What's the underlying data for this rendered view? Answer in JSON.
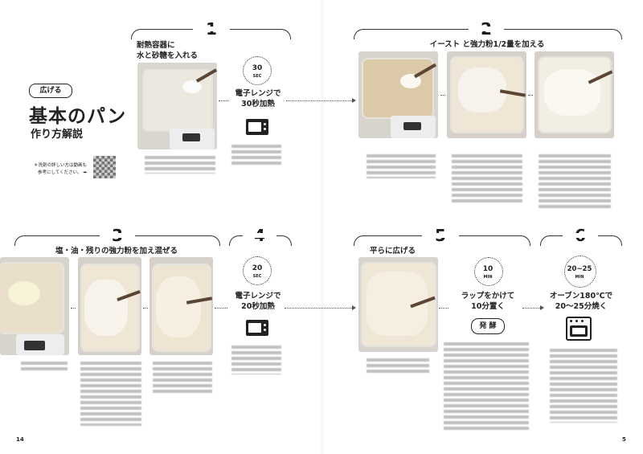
{
  "title": {
    "badge": "広げる",
    "main": "基本のパン",
    "sub": "作り方解説",
    "note_line1": "＊洗剤の詳しい方は動画も",
    "note_line2": "参考にしてください。"
  },
  "steps": {
    "s1": {
      "num": "1",
      "caption": "耐熱容器に\n水と砂糖を入れる",
      "timer_value": "30",
      "timer_unit": "SEC",
      "instruction": "電子レンジで\n30秒加熱"
    },
    "s2": {
      "num": "2",
      "caption": "イースト と強力粉1/2量を加える"
    },
    "s3": {
      "num": "3",
      "caption": "塩・油・残りの強力粉を加え混ぜる"
    },
    "s4": {
      "num": "4",
      "timer_value": "20",
      "timer_unit": "SEC",
      "instruction": "電子レンジで\n20秒加熱"
    },
    "s5": {
      "num": "5",
      "caption": "平らに広げる",
      "timer_value": "10",
      "timer_unit": "MIN",
      "instruction": "ラップをかけて\n10分置く",
      "badge": "発 酵"
    },
    "s6": {
      "num": "6",
      "timer_value": "20~25",
      "timer_unit": "MIN",
      "instruction": "オーブン180℃で\n20～25分焼く"
    }
  },
  "page_numbers": {
    "left": "14",
    "right": "5"
  },
  "colors": {
    "ink": "#222222",
    "container": "#f4f2ee",
    "dough": "#efe6d6",
    "batter": "#dcc9a8",
    "wood": "#5b4636"
  }
}
